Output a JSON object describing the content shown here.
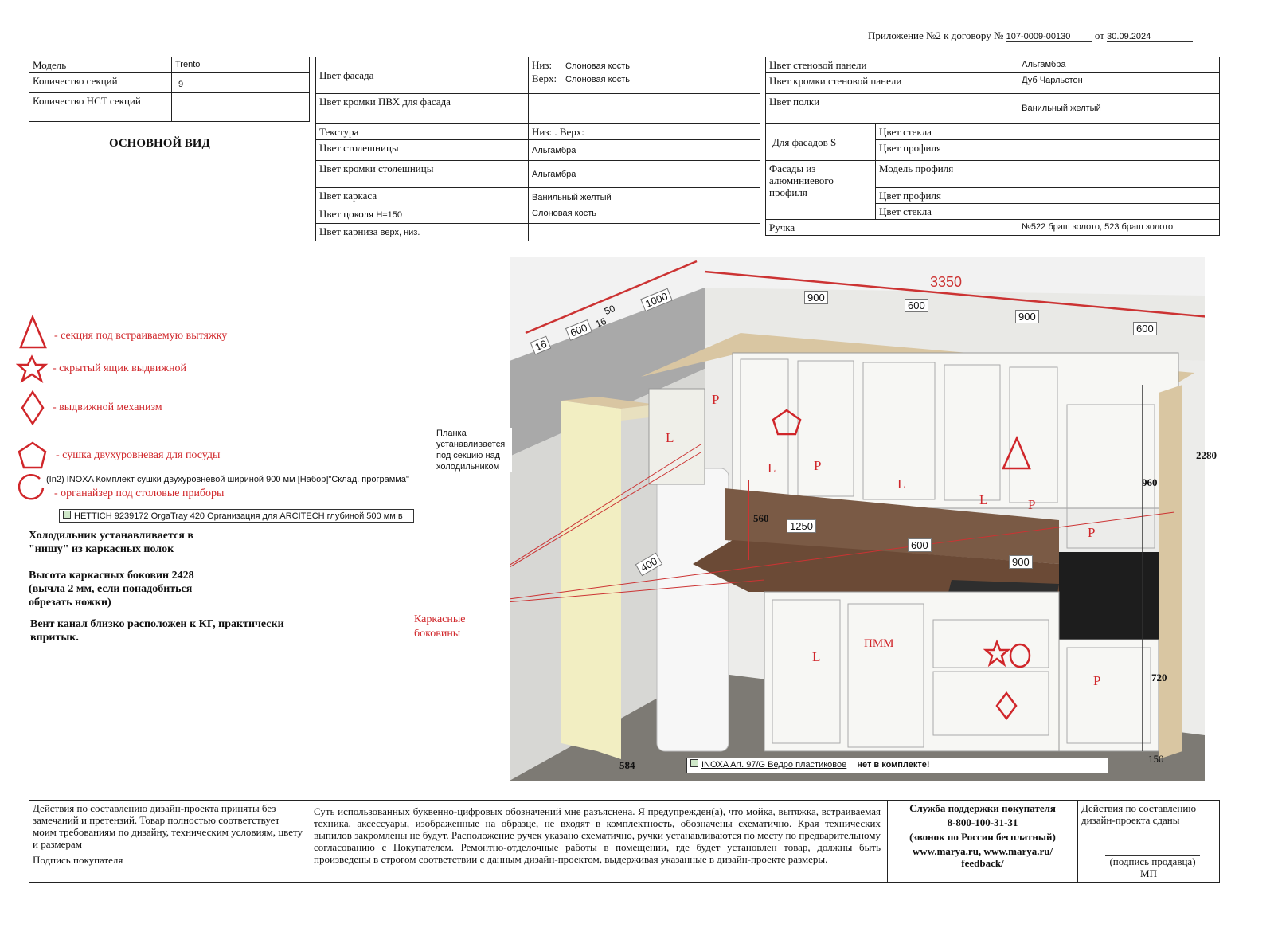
{
  "header": {
    "prefix": "Приложение №2 к договору №",
    "contract_no": "107-0009-00130",
    "date_prefix": "от",
    "date": "30.09.2024"
  },
  "table1": {
    "rows": [
      {
        "label": "Модель",
        "value": "Trento"
      },
      {
        "label": "Количество секций",
        "value": "9"
      },
      {
        "label": "Количество НСТ секций",
        "value": ""
      }
    ]
  },
  "main_view_title": "ОСНОВНОЙ ВИД",
  "table2": {
    "facade_color_label": "Цвет фасада",
    "facade_low_label": "Низ:",
    "facade_low": "Слоновая кость",
    "facade_top_label": "Верх:",
    "facade_top": "Слоновая кость",
    "pvc_edge_label": "Цвет кромки ПВХ для фасада",
    "texture_label": "Текстура",
    "texture_value": "Низ: . Верх:",
    "countertop_label": "Цвет столешницы",
    "countertop_value": "Альгамбра",
    "countertop_edge_label": "Цвет кромки столешницы",
    "countertop_edge_value": "Альгамбра",
    "carcass_label": "Цвет каркаса",
    "carcass_value": "Ванильный желтый",
    "plinth_label": "Цвет цоколя",
    "plinth_height": "H=150",
    "plinth_value": "Слоновая кость",
    "cornice_label": "Цвет карниза",
    "cornice_extra": "верх, низ."
  },
  "table3": {
    "wall_panel_label": "Цвет стеновой панели",
    "wall_panel_value": "Альгамбра",
    "wall_panel_edge_label": "Цвет кромки стеновой панели",
    "wall_panel_edge_value": "Дуб Чарльстон",
    "shelf_label": "Цвет полки",
    "shelf_value": "Ванильный желтый",
    "facades_s_label": "Для фасадов S",
    "glass_color_label": "Цвет стекла",
    "profile_color_label": "Цвет профиля",
    "alu_label": "Фасады из алюминиевого профиля",
    "profile_model_label": "Модель профиля",
    "profile_color2_label": "Цвет профиля",
    "glass_color2_label": "Цвет стекла",
    "handle_label": "Ручка",
    "handle_value": "№522 браш золото, 523 браш золото"
  },
  "legend": [
    {
      "icon": "triangle-icon",
      "text": "- секция под встраиваемую вытяжку"
    },
    {
      "icon": "star-icon",
      "text": "- скрытый ящик выдвижной"
    },
    {
      "icon": "diamond-icon",
      "text": "- выдвижной механизм"
    },
    {
      "icon": "pentagon-icon",
      "text": "- сушка двухуровневая для посуды"
    },
    {
      "icon": "circle-icon",
      "text": "- органайзер под столовые приборы"
    }
  ],
  "callouts": {
    "drying": "(In2) INOXA Комплект сушки двухуровневой шириной 900 мм [Набор]\"Склад. программа\"",
    "hettich": "HETTICH 9239172 OrgaTray 420 Организация для ARCITECH глубиной 500 мм в",
    "bucket": "INOXA Art. 97/G Ведро пластиковое",
    "bucket_note": "нет в комплекте!"
  },
  "notes": {
    "fridge": "Холодильник устанавливается в \"нишу\" из каркасных полок",
    "sides": "Высота каркасных боковин 2428 (вычла 2 мм, если понадобиться обрезать ножки)",
    "vent": "Вент канал близко расположен к КГ, практически впритык.",
    "plank": "Планка устанавливается под секцию над холодильником",
    "carcass_sides": "Каркасные боковины"
  },
  "dimensions": {
    "total": "3350",
    "top": [
      "900",
      "600",
      "900",
      "600"
    ],
    "left": [
      "16",
      "600",
      "16",
      "50",
      "1000"
    ],
    "height_total": "2280",
    "upper": "960",
    "lower": "720",
    "plinth": "150",
    "gap": "560",
    "counter": [
      "1250",
      "600",
      "900"
    ],
    "depth": "400",
    "fridge_width": "584"
  },
  "drawing_marks": {
    "L": "L",
    "P": "P",
    "pmm": "ПММ"
  },
  "footer": {
    "left_text": "Действия по составлению дизайн-проекта приняты без замечаний и претензий. Товар полностью соответствует моим требованиям по дизайну, техническим условиям, цвету и размерам",
    "signature": "Подпись покупателя",
    "middle_text": "Суть использованных буквенно-цифровых обозначений мне разъяснена. Я предупрежден(а), что мойка, вытяжка, встраиваемая техника, аксессуары, изображенные на образце, не входят в комплектность, обозначены схематично. Края технических выпилов закромлены не будут. Расположение ручек указано схематично, ручки устанавливаются по месту по предварительному согласованию с Покупателем. Ремонтно-отделочные работы в помещении, где будет установлен товар, должны быть произведены в строгом соответствии с данным дизайн-проектом, выдерживая указанные в дизайн-проекте размеры.",
    "support_title": "Служба поддержки покупателя",
    "support_phone": "8-800-100-31-31",
    "support_note": "(звонок по России бесплатный)",
    "support_site": "www.marya.ru, www.marya.ru/ feedback/",
    "right_text": "Действия по составлению дизайн-проекта сданы",
    "seller_sign": "(подпись продавца)",
    "mp": "МП"
  }
}
